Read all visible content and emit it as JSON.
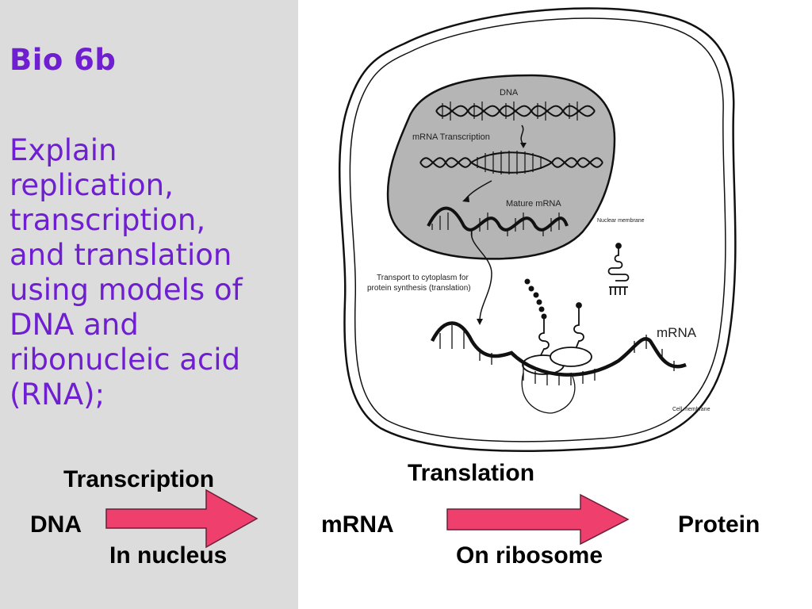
{
  "slide": {
    "title": "Bio 6b",
    "body": "Explain\nreplication,\ntranscription,\nand translation\nusing models of\nDNA and\nribonucleic acid\n(RNA);"
  },
  "diagram": {
    "labels": {
      "dna": "DNA",
      "mrna_transcription": "mRNA Transcription",
      "mature_mrna": "Mature mRNA",
      "nuclear_membrane": "Nuclear membrane",
      "transport_line1": "Transport to cytoplasm for",
      "transport_line2": "protein synthesis (translation)",
      "mrna": "mRNA",
      "cell_membrane": "Cell membrane"
    }
  },
  "flow": {
    "transcription": "Transcription",
    "translation": "Translation",
    "dna": "DNA",
    "mrna": "mRNA",
    "protein": "Protein",
    "in_nucleus": "In nucleus",
    "on_ribosome": "On ribosome"
  },
  "colors": {
    "title_text": "#6f1fd1",
    "left_panel": "#dcdcdc",
    "arrow_fill": "#ef3f6d",
    "nucleus_fill": "#b5b5b5"
  }
}
